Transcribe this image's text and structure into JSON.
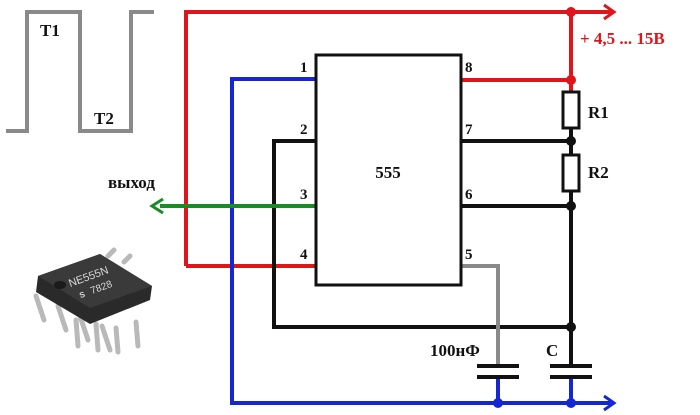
{
  "waveform": {
    "t1_label": "T1",
    "t2_label": "T2"
  },
  "ic": {
    "name": "555",
    "pins": {
      "p1": "1",
      "p2": "2",
      "p3": "3",
      "p4": "4",
      "p5": "5",
      "p6": "6",
      "p7": "7",
      "p8": "8"
    }
  },
  "components": {
    "r1": "R1",
    "r2": "R2",
    "c": "C",
    "c5": "100нФ"
  },
  "labels": {
    "supply": "+ 4,5 ... 15В",
    "output": "выход"
  },
  "chip_photo": {
    "marking_line1": "NE555N",
    "marking_line2": "7828",
    "logo_letter": "S"
  },
  "colors": {
    "supply_wire": "#e0141b",
    "ground_wire": "#1526d6",
    "output_wire": "#1a8c26",
    "signal_wire": "#111111",
    "control_wire": "#8a8a8a",
    "waveform": "#8a8a8a",
    "chip_body": "#2a2a2a",
    "chip_legs": "#b9b9b9"
  }
}
